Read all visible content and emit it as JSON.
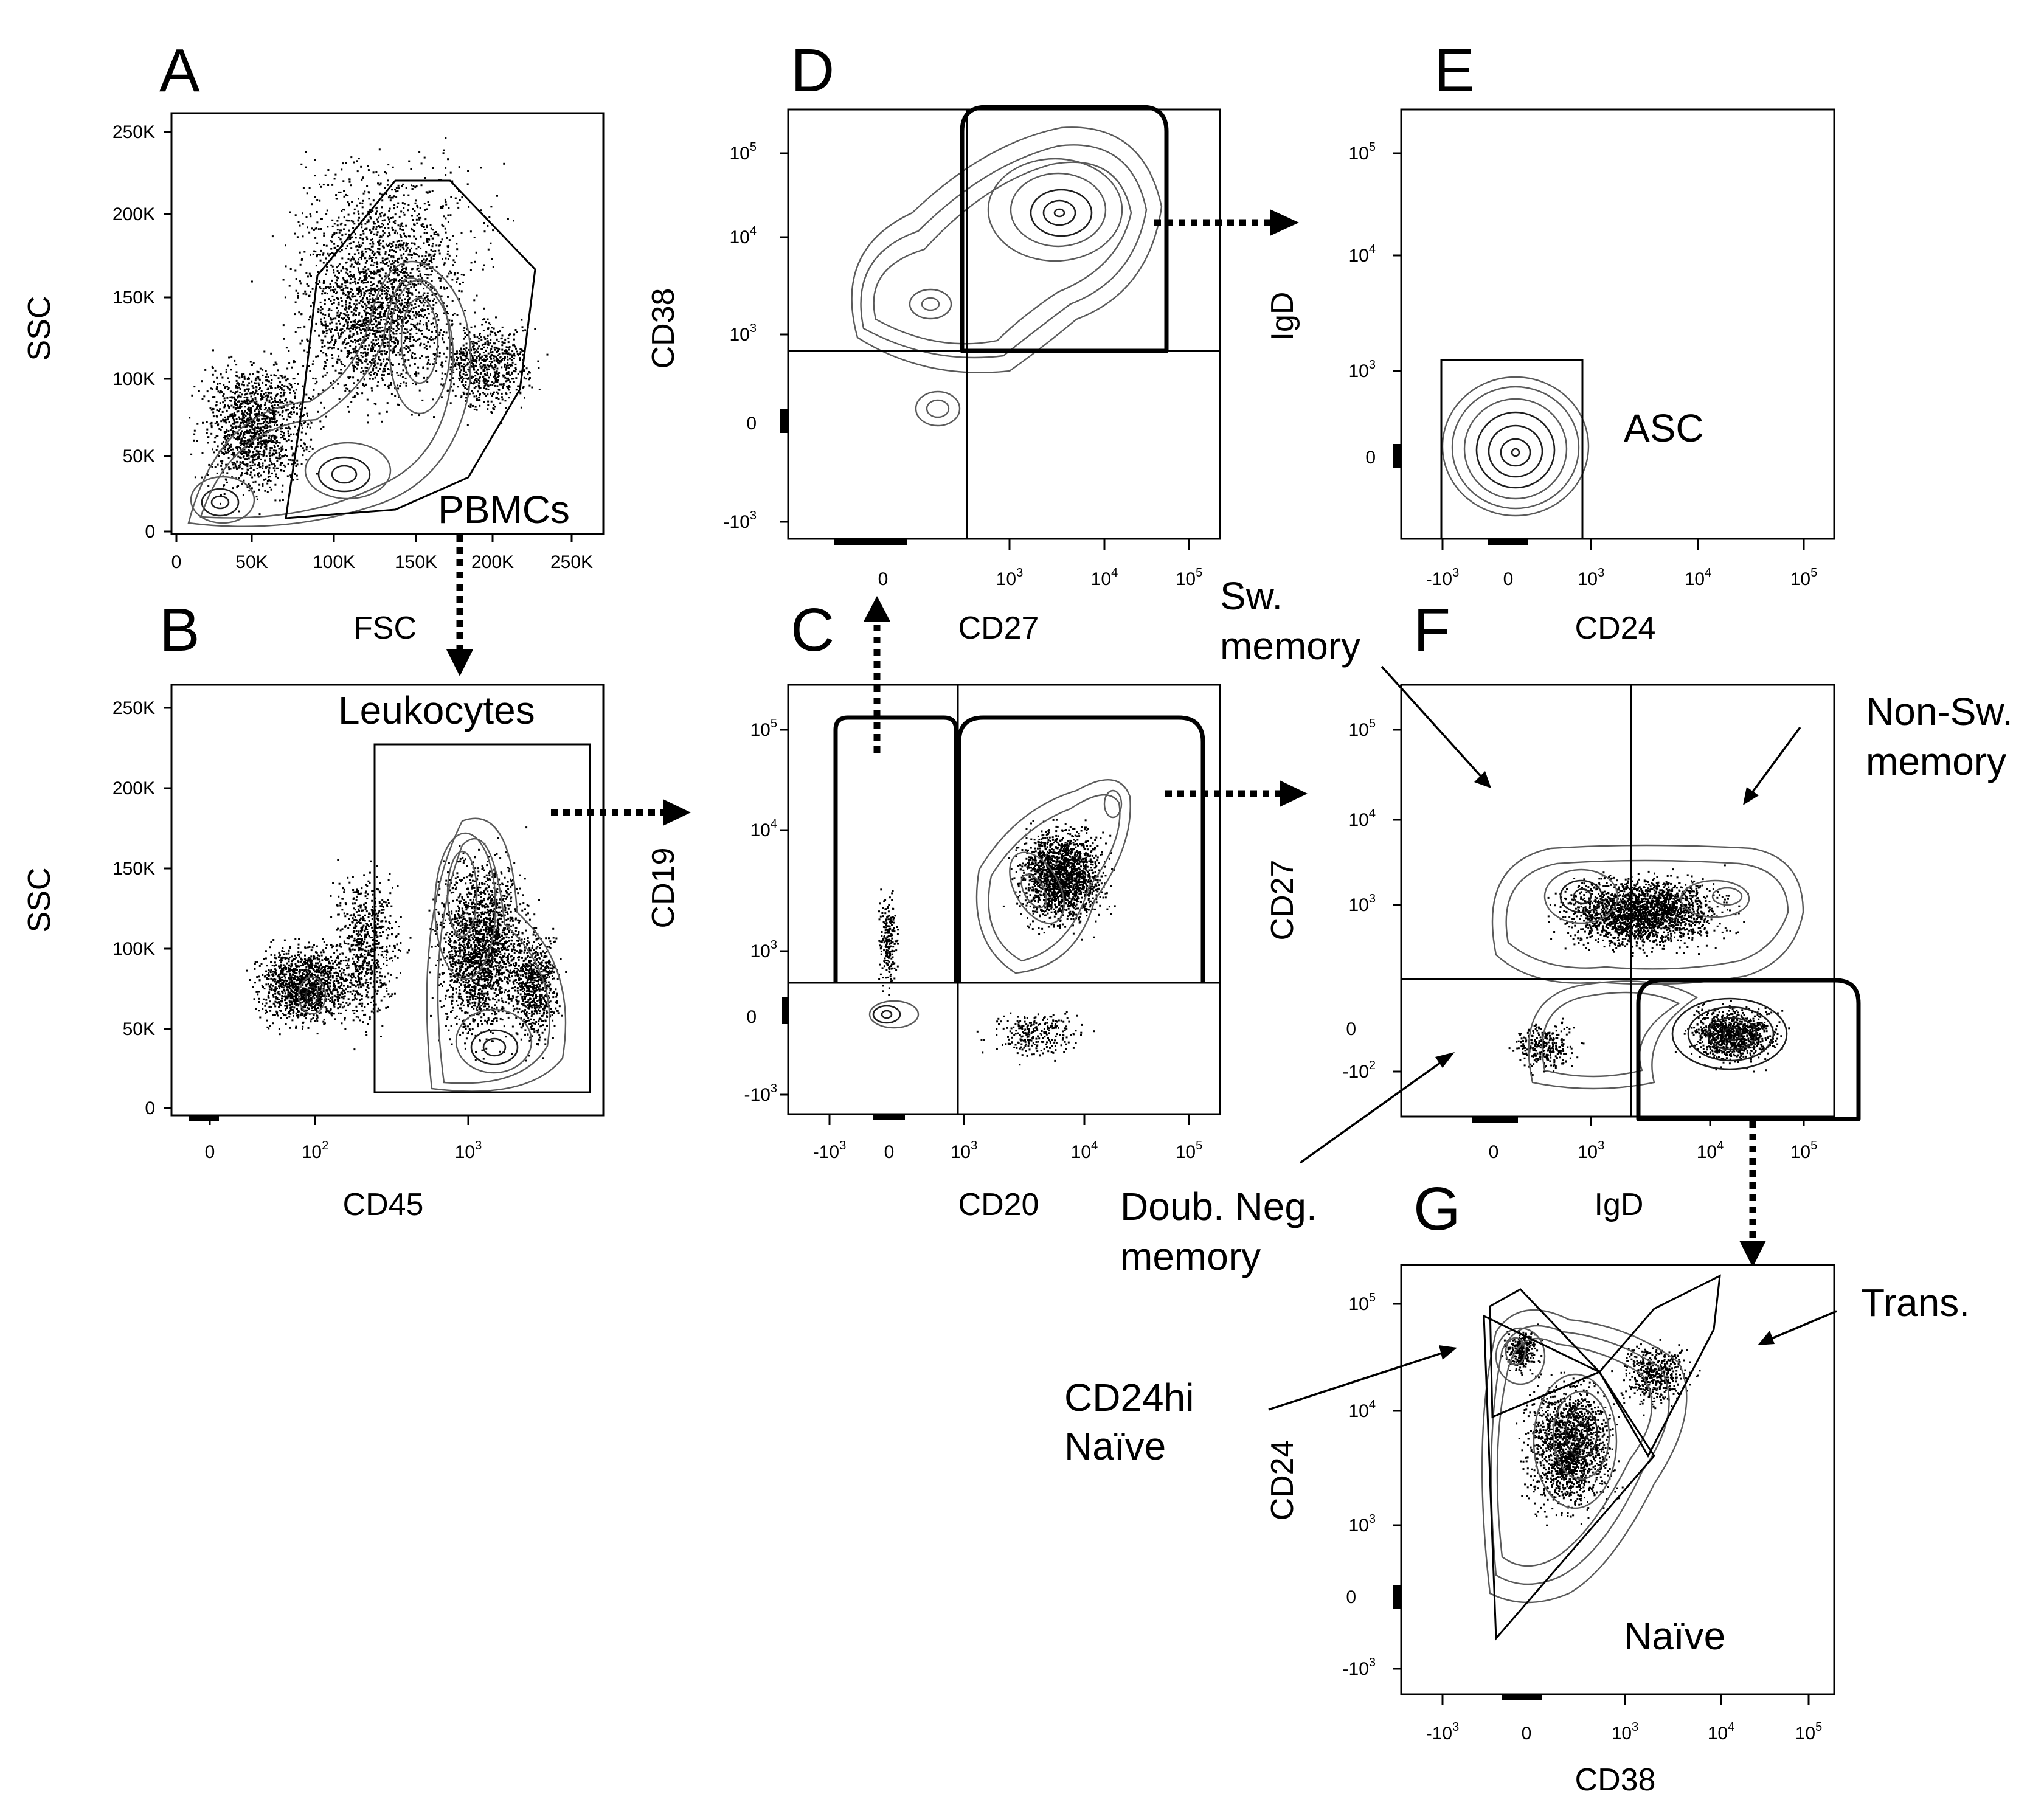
{
  "panels": {
    "A": {
      "letter": "A",
      "x_label": "FSC",
      "y_label": "SSC",
      "x_ticks": [
        "0",
        "50K",
        "100K",
        "150K",
        "200K",
        "250K"
      ],
      "y_ticks": [
        "0",
        "50K",
        "100K",
        "150K",
        "200K",
        "250K"
      ],
      "gate_label": "PBMCs"
    },
    "B": {
      "letter": "B",
      "x_label": "CD45",
      "y_label": "SSC",
      "x_ticks": [
        {
          "base": "0",
          "exp": ""
        },
        {
          "base": "10",
          "exp": "2"
        },
        {
          "base": "10",
          "exp": "3"
        }
      ],
      "y_ticks": [
        "0",
        "50K",
        "100K",
        "150K",
        "200K",
        "250K"
      ],
      "gate_label": "Leukocytes"
    },
    "C": {
      "letter": "C",
      "x_label": "CD20",
      "y_label": "CD19",
      "x_ticks": [
        {
          "base": "-10",
          "exp": "3"
        },
        {
          "base": "0",
          "exp": ""
        },
        {
          "base": "10",
          "exp": "3"
        },
        {
          "base": "10",
          "exp": "4"
        },
        {
          "base": "10",
          "exp": "5"
        }
      ],
      "y_ticks": [
        {
          "base": "-10",
          "exp": "3"
        },
        {
          "base": "0",
          "exp": ""
        },
        {
          "base": "10",
          "exp": "3"
        },
        {
          "base": "10",
          "exp": "4"
        },
        {
          "base": "10",
          "exp": "5"
        }
      ]
    },
    "D": {
      "letter": "D",
      "x_label": "CD27",
      "y_label": "CD38",
      "x_ticks": [
        {
          "base": "0",
          "exp": ""
        },
        {
          "base": "10",
          "exp": "3"
        },
        {
          "base": "10",
          "exp": "4"
        },
        {
          "base": "10",
          "exp": "5"
        }
      ],
      "y_ticks": [
        {
          "base": "-10",
          "exp": "3"
        },
        {
          "base": "0",
          "exp": ""
        },
        {
          "base": "10",
          "exp": "3"
        },
        {
          "base": "10",
          "exp": "4"
        },
        {
          "base": "10",
          "exp": "5"
        }
      ]
    },
    "E": {
      "letter": "E",
      "x_label": "CD24",
      "y_label": "IgD",
      "x_ticks": [
        {
          "base": "-10",
          "exp": "3"
        },
        {
          "base": "0",
          "exp": ""
        },
        {
          "base": "10",
          "exp": "3"
        },
        {
          "base": "10",
          "exp": "4"
        },
        {
          "base": "10",
          "exp": "5"
        }
      ],
      "y_ticks": [
        {
          "base": "0",
          "exp": ""
        },
        {
          "base": "10",
          "exp": "3"
        },
        {
          "base": "10",
          "exp": "4"
        },
        {
          "base": "10",
          "exp": "5"
        }
      ],
      "gate_label": "ASC"
    },
    "F": {
      "letter": "F",
      "x_label": "IgD",
      "y_label": "CD27",
      "x_ticks": [
        {
          "base": "0",
          "exp": ""
        },
        {
          "base": "10",
          "exp": "3"
        },
        {
          "base": "10",
          "exp": "4"
        },
        {
          "base": "10",
          "exp": "5"
        }
      ],
      "y_ticks": [
        {
          "base": "-10",
          "exp": "2"
        },
        {
          "base": "0",
          "exp": ""
        },
        {
          "base": "10",
          "exp": "3"
        },
        {
          "base": "10",
          "exp": "4"
        },
        {
          "base": "10",
          "exp": "5"
        }
      ],
      "annotations": {
        "sw_memory": [
          "Sw.",
          "memory"
        ],
        "non_sw_memory": [
          "Non-Sw.",
          "memory"
        ],
        "doub_neg_memory": [
          "Doub. Neg.",
          "memory"
        ]
      }
    },
    "G": {
      "letter": "G",
      "x_label": "CD38",
      "y_label": "CD24",
      "x_ticks": [
        {
          "base": "-10",
          "exp": "3"
        },
        {
          "base": "0",
          "exp": ""
        },
        {
          "base": "10",
          "exp": "3"
        },
        {
          "base": "10",
          "exp": "4"
        },
        {
          "base": "10",
          "exp": "5"
        }
      ],
      "y_ticks": [
        {
          "base": "-10",
          "exp": "3"
        },
        {
          "base": "0",
          "exp": ""
        },
        {
          "base": "10",
          "exp": "3"
        },
        {
          "base": "10",
          "exp": "4"
        },
        {
          "base": "10",
          "exp": "5"
        }
      ],
      "annotations": {
        "trans": "Trans.",
        "cd24hi_naive": [
          "CD24hi",
          "Naïve"
        ],
        "naive": "Naïve"
      }
    }
  }
}
